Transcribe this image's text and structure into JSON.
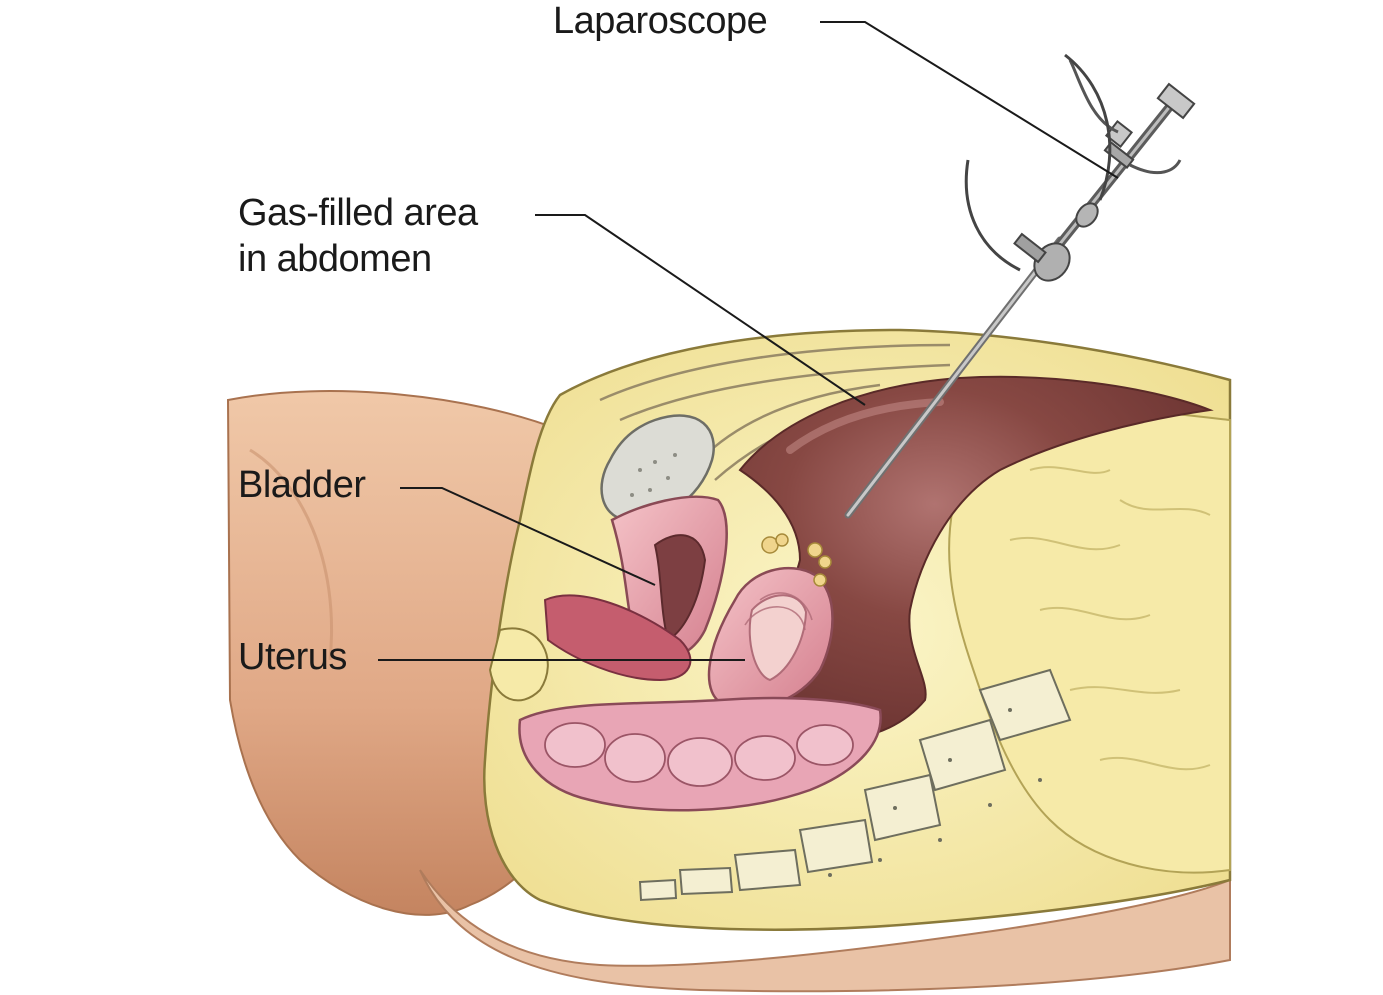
{
  "labels": {
    "laparoscope": "Laparoscope",
    "gas_filled_area_line1": "Gas-filled area",
    "gas_filled_area_line2": "in abdomen",
    "bladder": "Bladder",
    "uterus": "Uterus"
  },
  "colors": {
    "skin": "#e8b896",
    "skin_shadow": "#c98c68",
    "fat": "#f3e9a6",
    "fat_outline": "#8a7a3a",
    "abdominal_cavity": "#7a3f3c",
    "cavity_highlight": "#a86a66",
    "organ_pink": "#e7a3ae",
    "organ_deep": "#b05a6a",
    "bladder_fill": "#d9d9d3",
    "instrument": "#8f8f8f",
    "leader_line": "#1a1a1a"
  }
}
